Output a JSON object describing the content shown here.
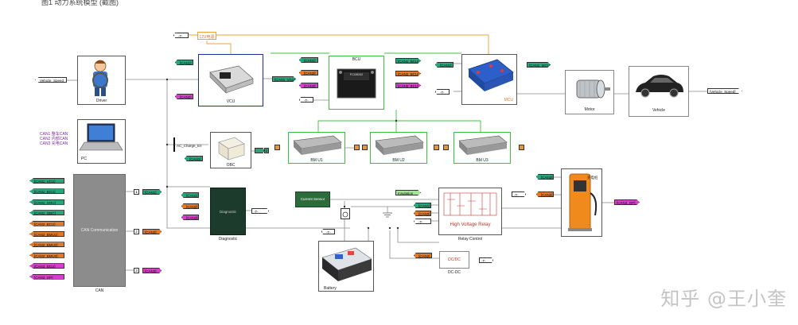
{
  "top_caption": "图1  动力系统模型 (截图)",
  "blocks": {
    "driver": {
      "label": "Driver"
    },
    "pc": {
      "label": "PC"
    },
    "vcu": {
      "label": "VCU"
    },
    "bcu": {
      "label": "BCU",
      "chip_text": "FC08002"
    },
    "mcu": {
      "label": "MCU"
    },
    "motor": {
      "label": "Motor"
    },
    "vehicle": {
      "label": "Vehicle"
    },
    "obc": {
      "label": "OBC"
    },
    "bmu1": {
      "label": "BM U1"
    },
    "bmu2": {
      "label": "BM U2"
    },
    "bmu3": {
      "label": "BM U3"
    },
    "can": {
      "label": "CAN",
      "inner_text": "CAN Communication"
    },
    "diagnostic": {
      "label": "Diagnostic",
      "inner_text": "Diagnostic"
    },
    "current_sensor": {
      "label": "Current Sensor"
    },
    "relay_control": {
      "label": "Relay Control",
      "inner_text": "High Voltage Relay"
    },
    "battery": {
      "label": "Battery"
    },
    "dcdc": {
      "label": "DC-DC",
      "inner_text": "DC/DC"
    },
    "charger": {
      "label": "充电桩"
    },
    "relay_12v": {
      "label": "12V电源"
    }
  },
  "pc_note": [
    "CAN1 整车CAN",
    "CAN2 内部CAN",
    "CAN3 充电CAN"
  ],
  "can_inputs": [
    "[CAN1_VCU]",
    "[CAN1_BCU]",
    "[CAN1_SOU]",
    "[CAN1_OBC]",
    "[CAN2_BCU]",
    "[CAN2_BMU1]",
    "[CAN2_BMU2]",
    "[CAN2_BMU3]",
    "[CAN3_BCU]",
    "[CAN3_OP]"
  ],
  "tags": {
    "vehicle_speed_in": "Vehicle_Speed",
    "vehicle_speed_out": "[Vehicle_Speed]",
    "vcu_can1": "[CAN1]",
    "vcu_can2": "[CAN2]",
    "vcu_out": "[CAN1_VCU]",
    "bcu_in1": "[CAN1]",
    "bcu_in2": "[CAN2]",
    "bcu_in3": "[CAN3]",
    "bcu_out1": "[CAN1_BCU]",
    "bcu_out2": "[CAN2_BCU]",
    "bcu_out3": "[CAN3_BCU]",
    "bcu_t": "-T-",
    "mcu_in": "[CAN1]",
    "mcu_out": "[CAN1_MCU]",
    "mcu_t": "-T-",
    "top_t": "-T-",
    "obc_can": "[CAN1]",
    "ac_charge": "AC_Charge_En",
    "can_out1": "[CAN1]",
    "can_out2": "[CAN2]",
    "can_out3": "[CAN3]",
    "diag_in1": "[CAN1]",
    "diag_in2": "[CAN2]",
    "diag_in3": "[CAN3]",
    "diag_t": "-T-",
    "insulation": "Insulation",
    "relay_in1": "[CAN1]",
    "relay_in2": "[CAN2]",
    "relay_in3": "-T-",
    "relay_t": "-T-",
    "battery_t": "-T-",
    "dcdc_can": "[CAN2]",
    "dcdc_t": "-T-",
    "charger_in1": "[CAN3]",
    "charger_in2": "[CAN3]",
    "charger_out": "[CAN3_OP]"
  },
  "ports": {
    "p1": "1",
    "p2": "2",
    "p3": "3",
    "b1": "1",
    "b2": "1",
    "b3": "2"
  },
  "watermark": "知乎 @王小奎",
  "colors": {
    "green_tag": "#2aa57a",
    "orange_tag": "#e07a2a",
    "magenta_tag": "#d63fc9",
    "green_line": "#3fbf3f",
    "vcu_border": "#1e2d9e",
    "orange_line": "#f0a030"
  }
}
